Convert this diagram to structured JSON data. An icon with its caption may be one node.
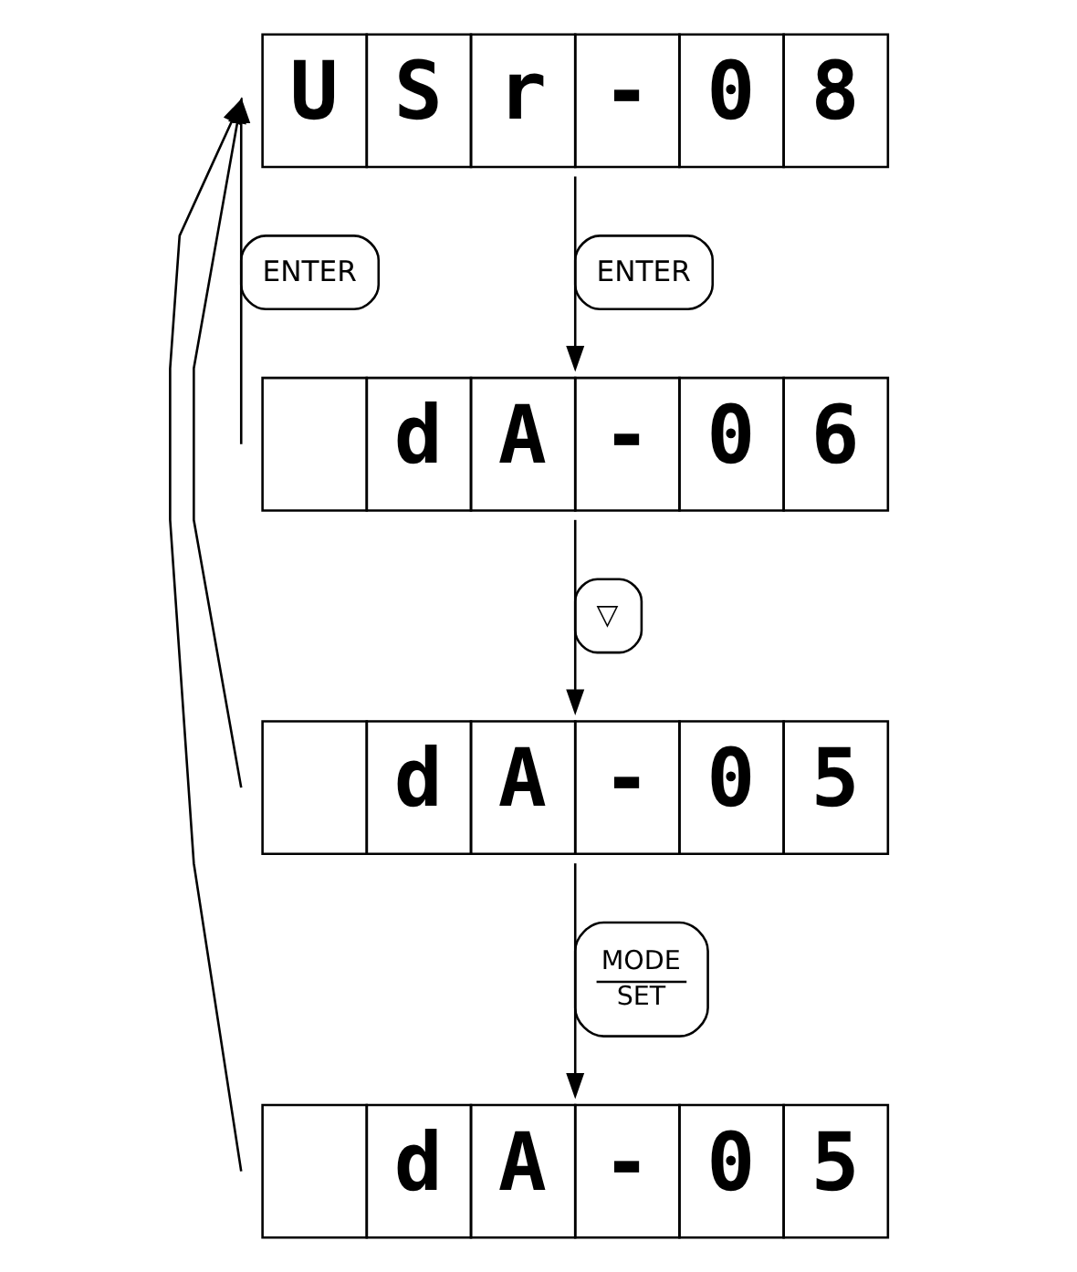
{
  "diagram": {
    "nodes": [
      {
        "text": [
          "U",
          "S",
          "r",
          "-",
          "0",
          "8"
        ]
      },
      {
        "text": [
          "d",
          "A",
          "-",
          "0",
          "6"
        ]
      },
      {
        "text": [
          "d",
          "A",
          "-",
          "0",
          "5"
        ]
      },
      {
        "text": [
          "d",
          "A",
          "-",
          "0",
          "5"
        ]
      }
    ],
    "edges": [
      {
        "from": 0,
        "to": 1,
        "arrow": "to",
        "label": "ENTER"
      },
      {
        "from": 1,
        "to": 2,
        "arrow": "to",
        "label": "▽"
      },
      {
        "from": 2,
        "to": 3,
        "arrow": "to",
        "label": "MODE SET"
      },
      {
        "from": 1,
        "to": 0,
        "arrow": "to",
        "label": "ENTER"
      },
      {
        "from": 2,
        "to": 0,
        "arrow": "to"
      },
      {
        "from": 3,
        "to": 0,
        "arrow": "to"
      }
    ]
  }
}
